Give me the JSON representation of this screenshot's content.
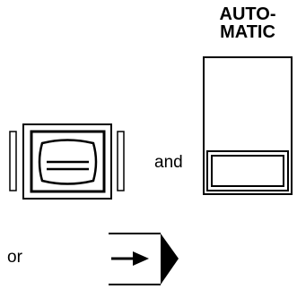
{
  "automatic_label": {
    "line1": "AUTO-",
    "line2": "MATIC"
  },
  "connector_and": "and",
  "connector_or": "or",
  "icons": {
    "button": "tv-screen-button-icon",
    "switch": "automatic-switch-icon",
    "arrow": "arrow-right-icon"
  },
  "colors": {
    "stroke": "#000000",
    "background": "#ffffff"
  }
}
